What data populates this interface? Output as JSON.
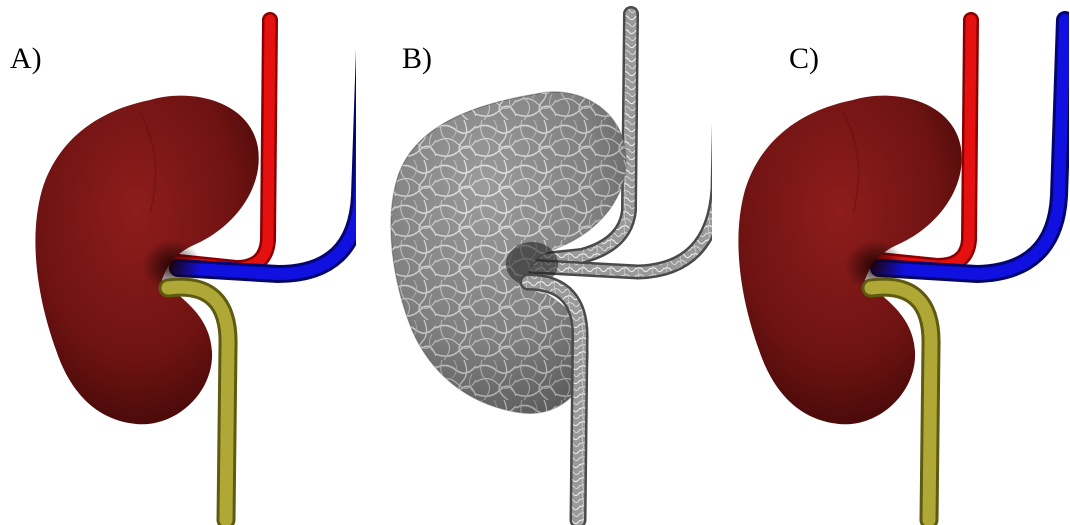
{
  "panels": [
    {
      "label": "A)",
      "style": "solid",
      "kidney_color": "#7a1514",
      "artery_color": "#e00000",
      "vein_color": "#0a0ad8",
      "ureter_color": "#a8a032"
    },
    {
      "label": "B)",
      "style": "fibrous",
      "kidney_color": "#8a8a8a",
      "artery_color": "#b5b5b5",
      "vein_color": "#b5b5b5",
      "ureter_color": "#b5b5b5"
    },
    {
      "label": "C)",
      "style": "solid",
      "kidney_color": "#7a1514",
      "artery_color": "#e00000",
      "vein_color": "#0a0ad8",
      "ureter_color": "#a8a032"
    }
  ]
}
